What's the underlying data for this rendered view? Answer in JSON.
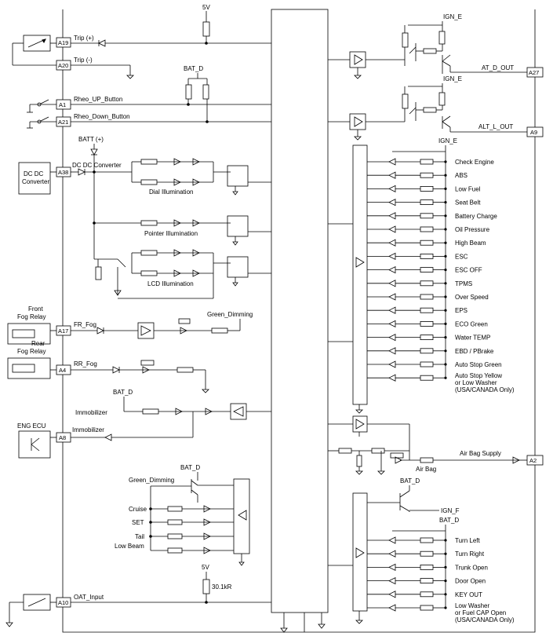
{
  "supply": {
    "v5_top": "5V",
    "bat_d_top": "BAT_D",
    "batt_plus": "BATT (+)",
    "v5_oat": "5V",
    "oat_res": "30.1kR",
    "bat_d_immob": "BAT_D",
    "bat_d_dim": "BAT_D",
    "bat_d_turn": "BAT_D",
    "bat_d_ignf": "BAT_D",
    "ign_e1": "IGN_E",
    "ign_e2": "IGN_E",
    "ign_e3": "IGN_E",
    "ign_f": "IGN_F"
  },
  "pins": {
    "a19": "A19",
    "a20": "A20",
    "a1": "A1",
    "a21": "A21",
    "a38": "A38",
    "a17": "A17",
    "a4": "A4",
    "a8": "A8",
    "a10": "A10",
    "a27": "A27",
    "a9": "A9",
    "a2": "A2"
  },
  "signals": {
    "trip_plus": "Trip (+)",
    "trip_minus": "Trip (-)",
    "rheo_up": "Rheo_UP_Button",
    "rheo_down": "Rheo_Down_Button",
    "dcdc": "DC DC Converter",
    "fr_fog": "FR_Fog",
    "rr_fog": "RR_Fog",
    "green_dimming": "Green_Dimming",
    "green_dimming2": "Green_Dimming",
    "immobilizer1": "Immobilizer",
    "immobilizer2": "Immobilizer",
    "oat_input": "OAT_Input",
    "at_d_out": "AT_D_OUT",
    "alt_l_out": "ALT_L_OUT",
    "air_bag_supply": "Air Bag Supply",
    "air_bag": "Air Bag"
  },
  "components": {
    "dcdc_box": [
      "DC DC",
      "Converter"
    ],
    "front_fog": [
      "Front",
      "Fog Relay"
    ],
    "rear_fog": [
      "Rear",
      "Fog Relay"
    ],
    "eng_ecu": "ENG ECU",
    "dial": "Dial Illumination",
    "pointer": "Pointer Illumination",
    "lcd": "LCD Illumination"
  },
  "warning_lamps": [
    "Check Engine",
    "ABS",
    "Low Fuel",
    "Seat Belt",
    "Battery Charge",
    "Oil Pressure",
    "High Beam",
    "ESC",
    "ESC OFF",
    "TPMS",
    "Over Speed",
    "EPS",
    "ECO Green",
    "Water TEMP",
    "EBD / PBrake",
    "Auto Stop Green"
  ],
  "warning_lamp_last": [
    "Auto Stop Yellow",
    "or Low Washer",
    "(USA/CANADA Only)"
  ],
  "dim_lamps": [
    "Cruise",
    "SET",
    "Tail",
    "Low Beam"
  ],
  "turn_lamps": [
    "Turn Left",
    "Turn Right",
    "Trunk Open",
    "Door Open",
    "KEY OUT"
  ],
  "turn_lamp_last": [
    "Low Washer",
    "or Fuel CAP Open",
    "(USA/CANADA Only)"
  ]
}
